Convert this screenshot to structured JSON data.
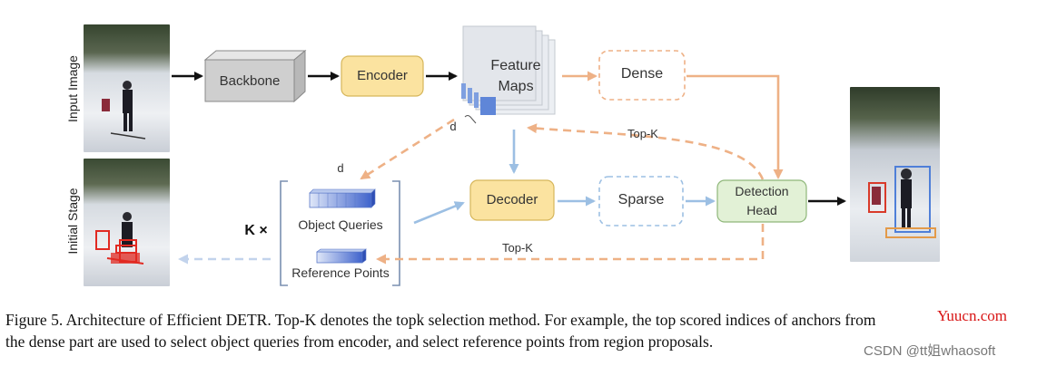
{
  "labels": {
    "input_image": "Input Image",
    "initial_stage": "Initial Stage",
    "backbone": "Backbone",
    "encoder": "Encoder",
    "feature_maps_1": "Feature",
    "feature_maps_2": "Maps",
    "dense": "Dense",
    "decoder": "Decoder",
    "sparse": "Sparse",
    "detection_head_1": "Detection",
    "detection_head_2": "Head",
    "object_queries": "Object Queries",
    "reference_points": "Reference Points",
    "k_times": "K ×",
    "d_top": "d",
    "d_feature": "d",
    "topk_upper": "Top-K",
    "topk_lower": "Top-K"
  },
  "caption": {
    "line1": "Figure 5. Architecture of Efficient DETR. Top-K denotes the topk selection method. For example, the top scored indices of anchors from",
    "line2": "the dense part are used to select object queries from encoder, and select reference points from region proposals."
  },
  "watermarks": {
    "site": "Yuucn.com",
    "csdn": "CSDN @tt姐whaosoft"
  },
  "colors": {
    "yellow_box": "#fbe3a0",
    "green_box": "#e2f1d6",
    "orange_arrow": "#eeb186",
    "blue_arrow": "#9cbfe3",
    "query_blue": "#4d6fcf"
  }
}
